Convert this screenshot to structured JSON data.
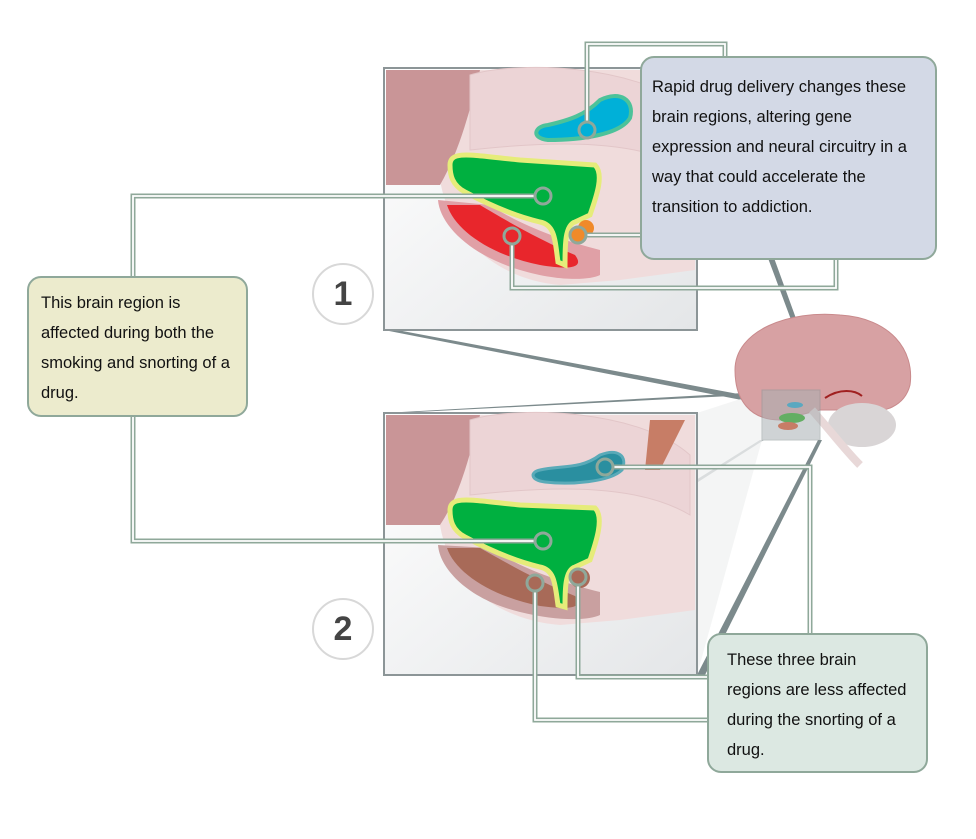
{
  "callouts": {
    "rapid_delivery": "Rapid drug delivery changes these brain regions, altering gene expression and neural circuitry in a way that could accelerate the transition to addiction.",
    "both_routes": "This brain region is affected during both the smoking and snorting of a drug.",
    "less_affected": "These three brain regions are less affected during the snorting of a drug."
  },
  "panels": [
    {
      "label": "1"
    },
    {
      "label": "2"
    }
  ],
  "colors": {
    "region_green": "#00b040",
    "region_blue": "#00b0d8",
    "region_red": "#e8262c",
    "region_orange": "#f08a2a",
    "dimmed_blue": "#2a8fa0",
    "dimmed_brown": "#a86a58",
    "connector": "#8fa89a",
    "callout_blue": "#d3d9e6",
    "callout_yellow": "#ecebcd",
    "callout_green": "#dce8e2"
  }
}
